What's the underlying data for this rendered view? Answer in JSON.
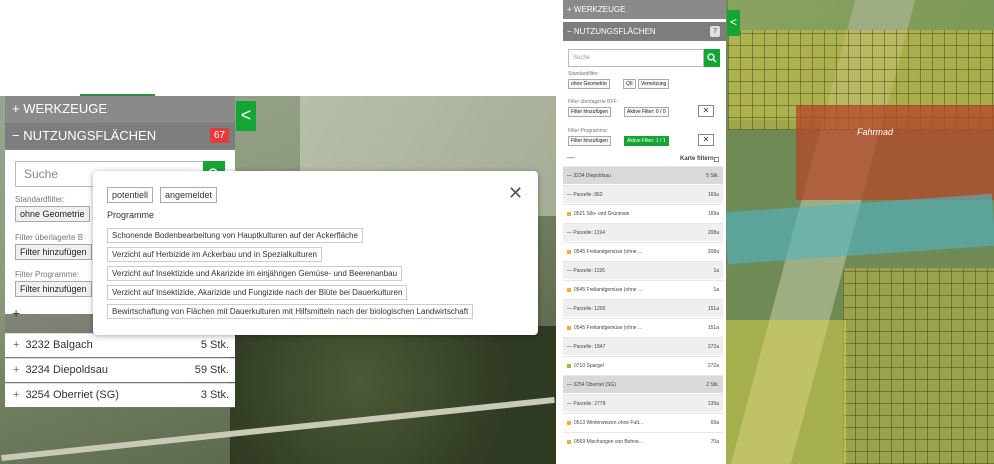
{
  "colors": {
    "accent_green": "#15a535",
    "badge_red": "#e53a3a",
    "slate_orange": "#f0b030",
    "spargel_green": "#8cc63f"
  },
  "left": {
    "werkzeuge": "+ WERKZEUGE",
    "nutzungsflaechen": "− NUTZUNGSFLÄCHEN",
    "count": "67",
    "collapse_icon": "<",
    "search_placeholder": "Suche",
    "standardfilter_label": "Standardfilter:",
    "standardfilter_btn": "ohne Geometrie",
    "ueberlagerte_label": "Filter überlagerte B",
    "filter_hinzufuegen": "Filter hinzufügen",
    "programme_label": "Filter Programme:",
    "plus": "+",
    "rows": [
      {
        "plus": "+",
        "name": "3232 Balgach",
        "count": "5 Stk."
      },
      {
        "plus": "+",
        "name": "3234 Diepoldsau",
        "count": "59 Stk."
      },
      {
        "plus": "+",
        "name": "3254 Oberriet (SG)",
        "count": "3 Stk."
      }
    ],
    "popup": {
      "tag1": "potentiell",
      "tag2": "angemeldet",
      "close": "✕",
      "programme_label": "Programme",
      "items": [
        "Schonende Bodenbearbeitung von Hauptkulturen auf der Ackerfläche",
        "Verzicht auf Herbizide im Ackerbau und in Spezialkulturen",
        "Verzicht auf Insektizide und Akarizide im einjährigen Gemüse- und Beerenanbau",
        "Verzicht auf Insektizide, Akarizide und Fungizide nach der Blüte bei Dauerkulturen",
        "Bewirtschaftung von Flächen mit Dauerkulturen mit Hilfsmitteln nach der biologischen Landwirtschaft"
      ]
    }
  },
  "right": {
    "werkzeuge": "+ WERKZEUGE",
    "nutzungsflaechen": "− NUTZUNGSFLÄCHEN",
    "count": "7",
    "collapse_icon": "<",
    "map_label": "Fahrmad",
    "search_placeholder": "Suche",
    "standardfilter_label": "Standardfilter:",
    "std_btns": [
      "ohne Geometrie",
      "QII",
      "Vernetzung"
    ],
    "ueberlagerte_label": "Filter überlagerte BFF:",
    "filter_hinzufuegen": "Filter hinzufügen",
    "ueb_active": "Aktive Filter: 0 / 0",
    "programme_label": "Filter Programme:",
    "prog_active": "Aktive Filter: 1 / 1",
    "close": "✕",
    "minus": "—",
    "karte_filtern": "Karte filtern",
    "rows": [
      {
        "kind": "grp",
        "label": "—   3234 Diepoldsau",
        "value": "5 Stk."
      },
      {
        "kind": "par",
        "label": "—   Parzelle: 862",
        "value": "169a"
      },
      {
        "kind": "item",
        "color": "#f0b030",
        "label": "0521 Silo- und Grünmais",
        "value": "169a"
      },
      {
        "kind": "par",
        "label": "—   Parzelle: 1194",
        "value": "208a"
      },
      {
        "kind": "item",
        "color": "#f0b030",
        "label": "0545 Freilandgemüse (ohne ...",
        "value": "208a"
      },
      {
        "kind": "par",
        "label": "—   Parzelle: 1195",
        "value": "1a"
      },
      {
        "kind": "item",
        "color": "#f0b030",
        "label": "0545 Freilandgemüse (ohne ...",
        "value": "1a"
      },
      {
        "kind": "par",
        "label": "—   Parzelle: 1200",
        "value": "151a"
      },
      {
        "kind": "item",
        "color": "#f0b030",
        "label": "0545 Freilandgemüse (ohne ...",
        "value": "151a"
      },
      {
        "kind": "par",
        "label": "—   Parzelle: 1847",
        "value": "272a"
      },
      {
        "kind": "item",
        "color": "#8cc63f",
        "label": "0710 Spargel",
        "value": "272a"
      },
      {
        "kind": "grp",
        "label": "—   3254 Oberriet (SG)",
        "value": "2 Stk."
      },
      {
        "kind": "par",
        "label": "—   Parzelle: 2778",
        "value": "139a"
      },
      {
        "kind": "item",
        "color": "#f0b030",
        "label": "0513 Winterweizen ohne Futt...",
        "value": "69a"
      },
      {
        "kind": "item",
        "color": "#f0b030",
        "label": "0569 Mischungen von Bohne...",
        "value": "70a"
      }
    ]
  }
}
